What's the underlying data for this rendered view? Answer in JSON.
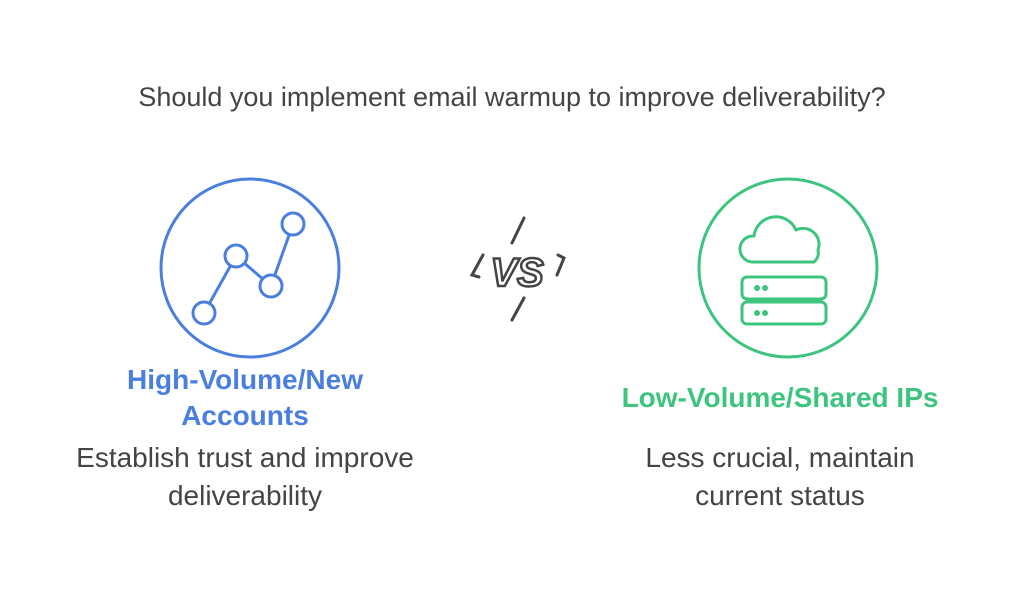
{
  "title": "Should you implement email warmup to improve deliverability?",
  "vs_label": "VS",
  "colors": {
    "left": "#4A7FE0",
    "right": "#3DC47E",
    "text": "#444444"
  },
  "left": {
    "icon": "line-chart-icon",
    "label_line1": "High-Volume/New",
    "label_line2": "Accounts",
    "desc_line1": "Establish trust and improve",
    "desc_line2": "deliverability"
  },
  "right": {
    "icon": "cloud-server-icon",
    "label": "Low-Volume/Shared IPs",
    "desc_line1": "Less crucial, maintain",
    "desc_line2": "current status"
  }
}
